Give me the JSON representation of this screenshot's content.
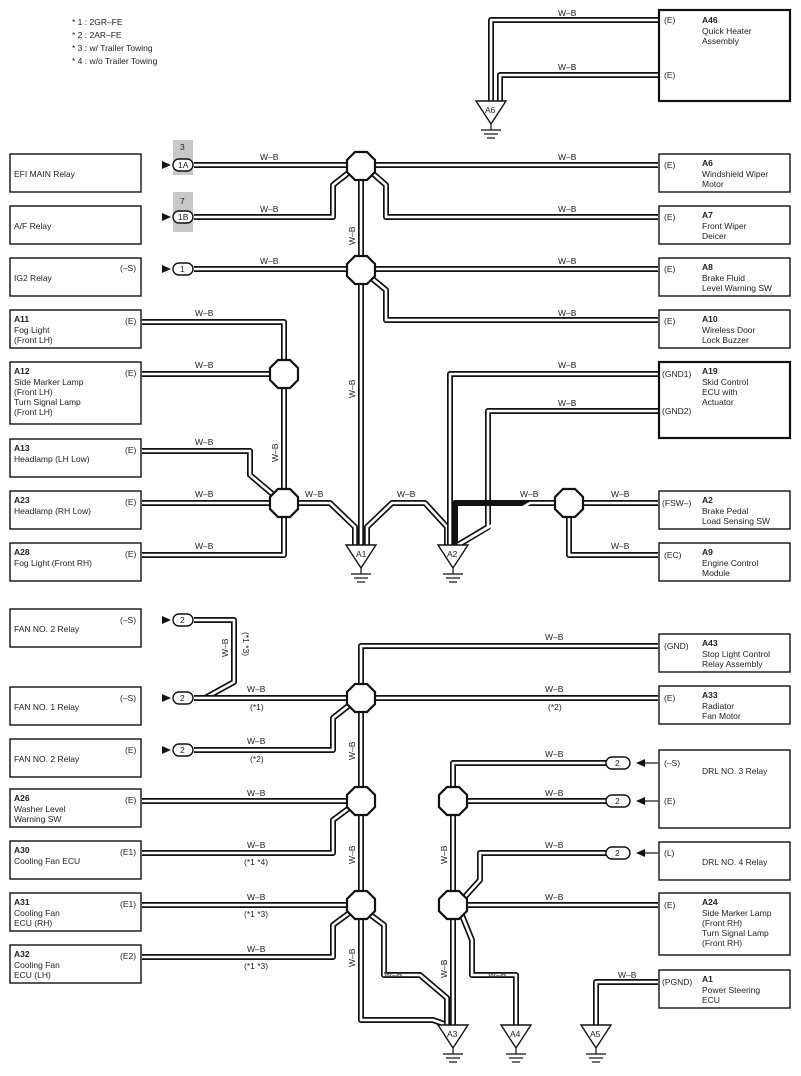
{
  "notes": [
    "* 1 : 2GR–FE",
    "* 2 : 2AR–FE",
    "* 3 : w/ Trailer Towing",
    "* 4 : w/o Trailer Towing"
  ],
  "wire_label": "W–B",
  "left_relays": [
    {
      "name": "EFI MAIN Relay",
      "connector": "1A",
      "tag": "3",
      "pin": ""
    },
    {
      "name": "A/F Relay",
      "connector": "1B",
      "tag": "7",
      "pin": ""
    },
    {
      "name": "IG2 Relay",
      "connector": "1",
      "tag": "",
      "pin": "(–S)"
    },
    {
      "name": "FAN NO. 2 Relay",
      "connector": "2",
      "tag": "",
      "pin": "(–S)"
    },
    {
      "name": "FAN NO. 1 Relay",
      "connector": "2",
      "tag": "",
      "pin": "(–S)"
    },
    {
      "name": "FAN NO. 2 Relay",
      "connector": "2",
      "tag": "",
      "pin": "(E)"
    }
  ],
  "left_components": [
    {
      "code": "A11",
      "lines": [
        "Fog Light",
        "(Front LH)"
      ],
      "pin": "(E)"
    },
    {
      "code": "A12",
      "lines": [
        "Side Marker Lamp",
        "(Front LH)",
        "Turn Signal Lamp",
        "(Front LH)"
      ],
      "pin": "(E)"
    },
    {
      "code": "A13",
      "lines": [
        "Headlamp (LH Low)"
      ],
      "pin": "(E)"
    },
    {
      "code": "A23",
      "lines": [
        "Headlamp (RH Low)"
      ],
      "pin": "(E)"
    },
    {
      "code": "A28",
      "lines": [
        "Fog Light (Front RH)"
      ],
      "pin": "(E)"
    },
    {
      "code": "A26",
      "lines": [
        "Washer Level",
        "Warning SW"
      ],
      "pin": "(E)"
    },
    {
      "code": "A30",
      "lines": [
        "Cooling Fan ECU"
      ],
      "pin": "(E1)"
    },
    {
      "code": "A31",
      "lines": [
        "Cooling Fan",
        "ECU (RH)"
      ],
      "pin": "(E1)"
    },
    {
      "code": "A32",
      "lines": [
        "Cooling Fan",
        "ECU (LH)"
      ],
      "pin": "(E2)"
    }
  ],
  "right_components": [
    {
      "code": "A46",
      "lines": [
        "Quick Heater",
        "Assembly"
      ],
      "pins": [
        "(E)",
        "(E)"
      ]
    },
    {
      "code": "A6",
      "lines": [
        "Windshield Wiper",
        "Motor"
      ],
      "pins": [
        "(E)"
      ]
    },
    {
      "code": "A7",
      "lines": [
        "Front Wiper",
        "Deicer"
      ],
      "pins": [
        "(E)"
      ]
    },
    {
      "code": "A8",
      "lines": [
        "Brake Fluid",
        "Level Warning SW"
      ],
      "pins": [
        "(E)"
      ]
    },
    {
      "code": "A10",
      "lines": [
        "Wireless Door",
        "Lock Buzzer"
      ],
      "pins": [
        "(E)"
      ]
    },
    {
      "code": "A19",
      "lines": [
        "Skid Control",
        "ECU with",
        "Actuator"
      ],
      "pins": [
        "(GND1)",
        "(GND2)"
      ]
    },
    {
      "code": "A2",
      "lines": [
        "Brake Pedal",
        "Load Sensing SW"
      ],
      "pins": [
        "(FSW–)"
      ]
    },
    {
      "code": "A9",
      "lines": [
        "Engine Control",
        "Module"
      ],
      "pins": [
        "(EC)"
      ]
    },
    {
      "code": "A43",
      "lines": [
        "Stop Light Control",
        "Relay Assembly"
      ],
      "pins": [
        "(GND)"
      ]
    },
    {
      "code": "A33",
      "lines": [
        "Radiator",
        "Fan Motor"
      ],
      "pins": [
        "(E)"
      ]
    },
    {
      "code": "",
      "lines": [
        "DRL NO. 3 Relay"
      ],
      "pins": [
        "(–S)",
        "(E)"
      ]
    },
    {
      "code": "",
      "lines": [
        "DRL NO. 4 Relay"
      ],
      "pins": [
        "(L)"
      ]
    },
    {
      "code": "A24",
      "lines": [
        "Side Marker Lamp",
        "(Front RH)",
        "Turn Signal Lamp",
        "(Front RH)"
      ],
      "pins": [
        "(E)"
      ]
    },
    {
      "code": "A1",
      "lines": [
        "Power Steering",
        "ECU"
      ],
      "pins": [
        "(PGND)"
      ]
    }
  ],
  "right_connectors": [
    "2",
    "2",
    "2"
  ],
  "grounds": [
    "A6",
    "A1",
    "A2",
    "A3",
    "A4",
    "A5"
  ],
  "variant_tags": [
    "(*1 *3)",
    "(*1)",
    "(*2)",
    "(*2)",
    "(*1 *4)",
    "(*1 *3)",
    "(*1 *3)"
  ]
}
